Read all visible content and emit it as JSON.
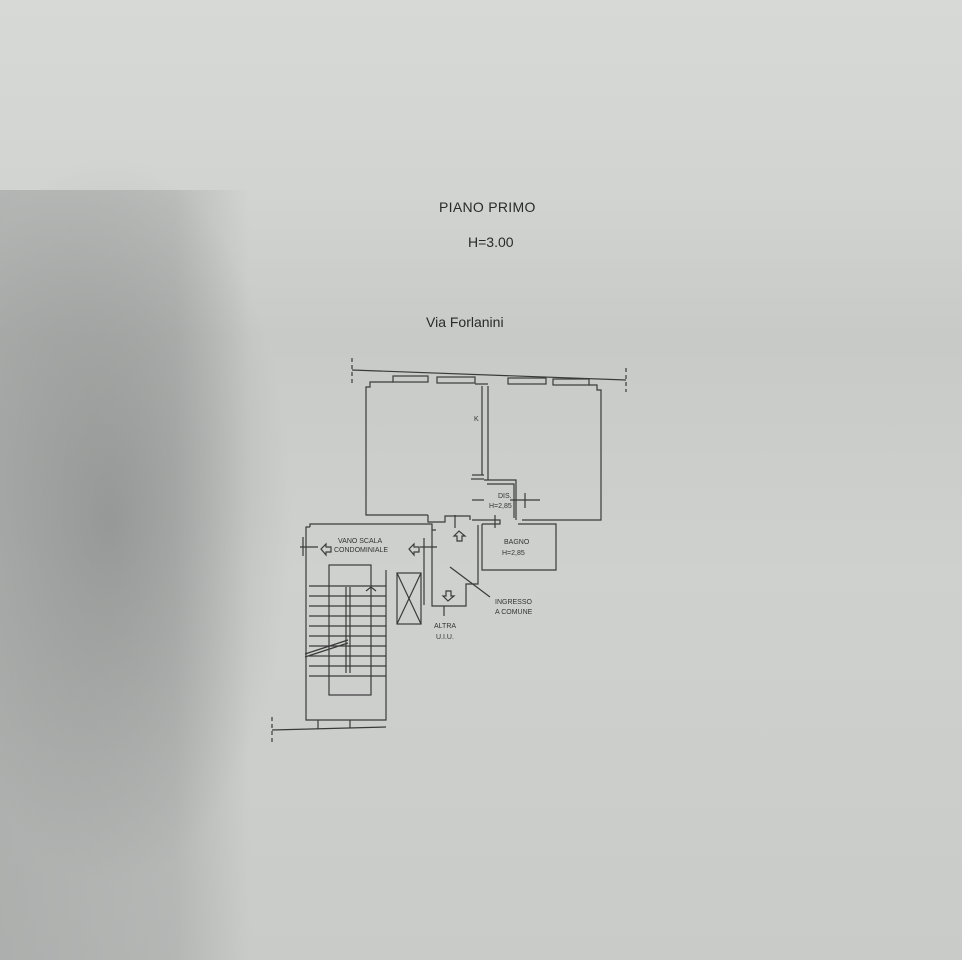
{
  "document": {
    "title": "PIANO PRIMO",
    "floor_height": "H=3.00",
    "street_label": "Via Forlanini"
  },
  "rooms": {
    "kitchen_mark": "K",
    "dis_label": "DIS.",
    "dis_height": "H=2,85",
    "bagno_label": "BAGNO",
    "bagno_height": "H=2,85",
    "vano_scala_line1": "VANO SCALA",
    "vano_scala_line2": "CONDOMINIALE",
    "ingresso_line1": "INGRESSO",
    "ingresso_line2": "A COMUNE",
    "altra_line1": "ALTRA",
    "altra_line2": "U.I.U."
  },
  "colors": {
    "paper": "#d2d4d2",
    "ink": "#2a2a2a"
  }
}
